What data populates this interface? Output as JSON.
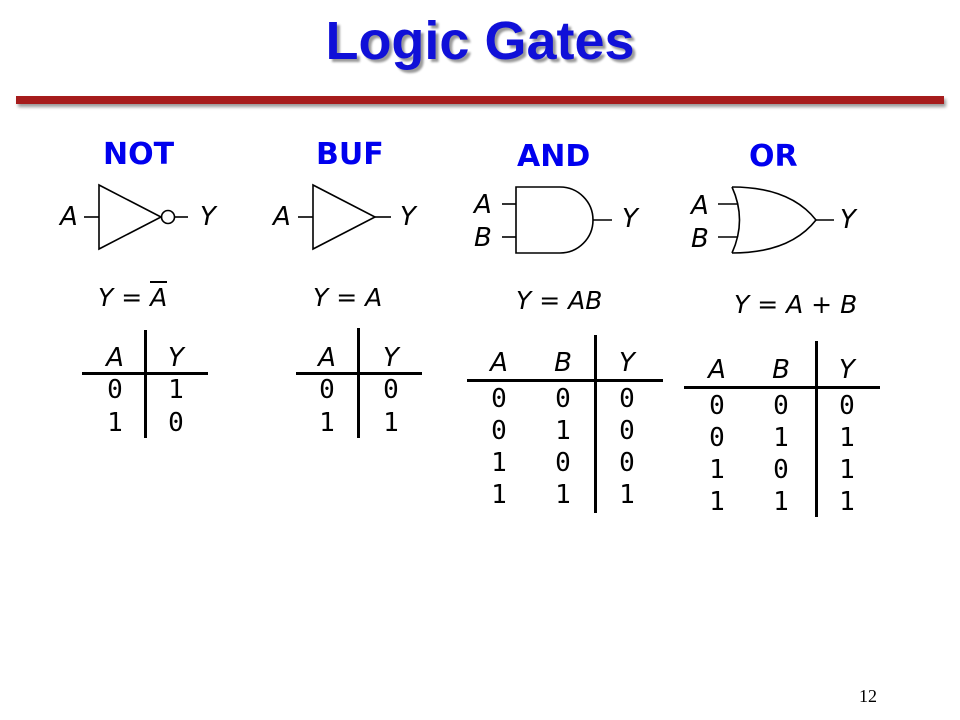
{
  "slide": {
    "title": "Logic Gates",
    "page_number": "12"
  },
  "gates": {
    "not": {
      "name": "NOT",
      "input": "A",
      "output": "Y",
      "eq_lhs": "Y = ",
      "eq_rhs": "A",
      "table": {
        "headers": [
          "A",
          "Y"
        ],
        "rows": [
          [
            "0",
            "1"
          ],
          [
            "1",
            "0"
          ]
        ]
      }
    },
    "buf": {
      "name": "BUF",
      "input": "A",
      "output": "Y",
      "eq_lhs": "Y = ",
      "eq_rhs": "A",
      "table": {
        "headers": [
          "A",
          "Y"
        ],
        "rows": [
          [
            "0",
            "0"
          ],
          [
            "1",
            "1"
          ]
        ]
      }
    },
    "and": {
      "name": "AND",
      "input_a": "A",
      "input_b": "B",
      "output": "Y",
      "eq_lhs": "Y = ",
      "eq_rhs": "AB",
      "table": {
        "headers": [
          "A",
          "B",
          "Y"
        ],
        "rows": [
          [
            "0",
            "0",
            "0"
          ],
          [
            "0",
            "1",
            "0"
          ],
          [
            "1",
            "0",
            "0"
          ],
          [
            "1",
            "1",
            "1"
          ]
        ]
      }
    },
    "or": {
      "name": "OR",
      "input_a": "A",
      "input_b": "B",
      "output": "Y",
      "eq_lhs": "Y = ",
      "eq_rhs": "A + B",
      "table": {
        "headers": [
          "A",
          "B",
          "Y"
        ],
        "rows": [
          [
            "0",
            "0",
            "0"
          ],
          [
            "0",
            "1",
            "1"
          ],
          [
            "1",
            "0",
            "1"
          ],
          [
            "1",
            "1",
            "1"
          ]
        ]
      }
    }
  }
}
